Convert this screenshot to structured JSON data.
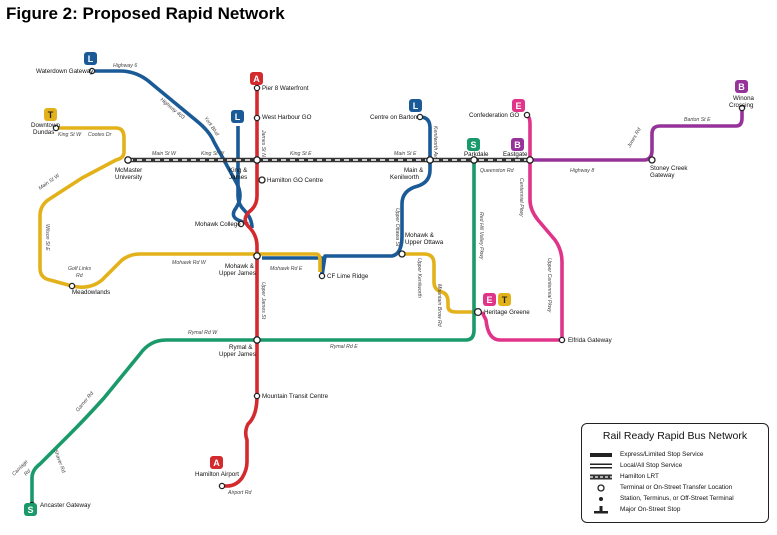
{
  "title": "Figure 2: Proposed Rapid Network",
  "colors": {
    "L": "#1a5a96",
    "A": "#d32a2e",
    "T": "#e3b21a",
    "S": "#1a9a6a",
    "E": "#e0338a",
    "B": "#96339a",
    "lrt": "#333333"
  },
  "badges": {
    "L": "L",
    "A": "A",
    "T": "T",
    "S": "S",
    "E": "E",
    "B": "B"
  },
  "stations": {
    "waterdown": "Waterdown Gateway",
    "downtown": "Downtown",
    "dundas": "Dundas",
    "mcmaster": "McMaster",
    "university": "University",
    "pier8": "Pier 8 Waterfront",
    "west_harbour": "West Harbour GO",
    "king": "King &",
    "james": "James",
    "hamilton_go": "Hamilton GO Centre",
    "mohawk_college": "Mohawk College",
    "centre_barton": "Centre on Barton",
    "main_kenilworth_1": "Main &",
    "main_kenilworth_2": "Kenilworth",
    "confederation": "Confederation GO",
    "parkdale": "Parkdale",
    "eastgate": "Eastgate",
    "winona_1": "Winona",
    "winona_2": "Crossing",
    "stoney_1": "Stoney Creek",
    "stoney_2": "Gateway",
    "mohawk_upper_ottawa_1": "Mohawk &",
    "mohawk_upper_ottawa_2": "Upper Ottawa",
    "mohawk_upper_james_1": "Mohawk &",
    "mohawk_upper_james_2": "Upper James",
    "cf_lime_ridge": "CF Lime Ridge",
    "meadowlands": "Meadowlands",
    "heritage_greene": "Heritage Greene",
    "elfrida": "Elfrida Gateway",
    "rymal_upper_james_1": "Rymal &",
    "rymal_upper_james_2": "Upper James",
    "mountain_transit": "Mountain Transit Centre",
    "hamilton_airport": "Hamilton Airport",
    "ancaster": "Ancaster Gateway"
  },
  "roads": {
    "highway6": "Highway 6",
    "highway403": "Highway 403",
    "york_blvd": "York Blvd",
    "james_st_n": "James St N",
    "king_st_w_dundas": "King St W",
    "cootes_dr": "Cootes Dr",
    "main_st_w": "Main St W",
    "king_st_w": "King St W",
    "king_st_e": "King St E",
    "main_st_e": "Main St E",
    "kenilworth_av": "Kenilworth Av",
    "queenston_rd": "Queenston Rd",
    "barton_st_e": "Barton St E",
    "jones_rd": "Jones Rd",
    "highway8": "Highway 8",
    "main_st_w_dundas": "Main St W",
    "wilson_st_e": "Wilson St E",
    "upper_ottawa_st": "Upper Ottawa St",
    "centennial_pkwy": "Centennial Pkwy",
    "red_hill": "Red Hill Valley Pkwy",
    "golf_links_1": "Golf Links",
    "golf_links_2": "Rd",
    "mohawk_rd_w": "Mohawk Rd W",
    "mohawk_rd_e": "Mohawk Rd E",
    "upper_kenilworth": "Upper Kenilworth",
    "mountain_brow": "Mountain Brow Rd",
    "upper_centennial": "Upper Centennial Pkwy",
    "upper_james_st": "Upper James St",
    "rymal_rd_w": "Rymal Rd W",
    "rymal_rd_e": "Rymal Rd E",
    "garner_rd": "Garner Rd",
    "shaver_rd": "Shaver Rd",
    "carriage_1": "Carriage",
    "carriage_2": "Rd",
    "airport_rd": "Airport Rd"
  },
  "legend": {
    "title": "Rail Ready Rapid Bus Network",
    "items": [
      "Express/Limited Stop Service",
      "Local/All Stop Service",
      "Hamilton LRT",
      "Terminal or On-Street Transfer Location",
      "Station, Terminus, or Off-Street Terminal",
      "Major On-Street Stop"
    ]
  }
}
